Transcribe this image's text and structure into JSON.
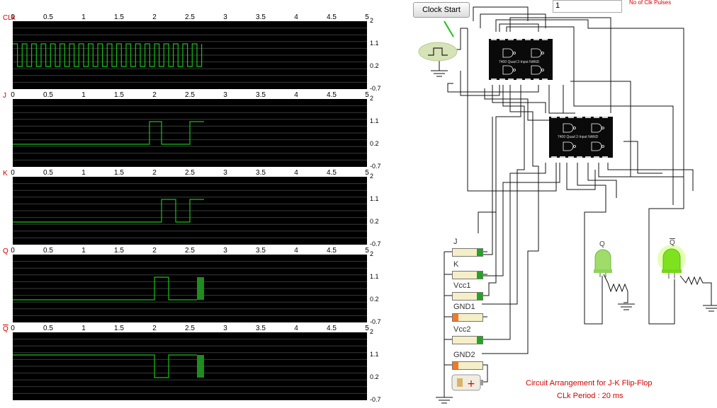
{
  "scope": {
    "x_ticks": [
      "0",
      "0.5",
      "1",
      "1.5",
      "2",
      "2.5",
      "3",
      "3.5",
      "4",
      "4.5",
      "5"
    ],
    "y_ticks": [
      "2",
      "1.1",
      "0.2",
      "-0.7"
    ],
    "trace_color": "#18c018",
    "channels": [
      {
        "label": "CLk",
        "overline": false
      },
      {
        "label": "J",
        "overline": false
      },
      {
        "label": "K",
        "overline": false
      },
      {
        "label": "Q",
        "overline": false
      },
      {
        "label": "Q",
        "overline": true
      }
    ]
  },
  "chart_data": [
    {
      "type": "line",
      "title": "CLk",
      "x_range": [
        0,
        5
      ],
      "ylim": [
        -0.7,
        2
      ],
      "series": [
        {
          "name": "CLk",
          "note": "square wave 0.2 to 1.1, 20 cycles from t=0 to 2.66",
          "x": [
            0,
            0.066,
            0.133,
            0.2,
            0.266,
            0.333,
            0.4,
            0.466,
            0.533,
            0.6,
            0.666,
            0.733,
            0.8,
            0.866,
            0.933,
            1.0,
            1.066,
            1.133,
            1.2,
            1.266,
            1.333,
            1.4,
            1.466,
            1.533,
            1.6,
            1.666,
            1.733,
            1.8,
            1.866,
            1.933,
            2.0,
            2.066,
            2.133,
            2.2,
            2.266,
            2.333,
            2.4,
            2.466,
            2.533,
            2.6,
            2.666
          ],
          "y": [
            1.1,
            0.2,
            1.1,
            0.2,
            1.1,
            0.2,
            1.1,
            0.2,
            1.1,
            0.2,
            1.1,
            0.2,
            1.1,
            0.2,
            1.1,
            0.2,
            1.1,
            0.2,
            1.1,
            0.2,
            1.1,
            0.2,
            1.1,
            0.2,
            1.1,
            0.2,
            1.1,
            0.2,
            1.1,
            0.2,
            1.1,
            0.2,
            1.1,
            0.2,
            1.1,
            0.2,
            1.1,
            0.2,
            1.1,
            0.2,
            1.1
          ]
        }
      ]
    },
    {
      "type": "line",
      "title": "J",
      "x_range": [
        0,
        5
      ],
      "ylim": [
        -0.7,
        2
      ],
      "series": [
        {
          "name": "J",
          "x": [
            0,
            1.93,
            1.93,
            2.1,
            2.1,
            2.5,
            2.5,
            2.7
          ],
          "y": [
            0.2,
            0.2,
            1.1,
            1.1,
            0.2,
            0.2,
            1.1,
            1.1
          ]
        }
      ]
    },
    {
      "type": "line",
      "title": "K",
      "x_range": [
        0,
        5
      ],
      "ylim": [
        -0.7,
        2
      ],
      "series": [
        {
          "name": "K",
          "x": [
            0,
            2.1,
            2.1,
            2.3,
            2.3,
            2.5,
            2.5,
            2.7
          ],
          "y": [
            0.2,
            0.2,
            1.1,
            1.1,
            0.2,
            0.2,
            1.1,
            1.1
          ]
        }
      ]
    },
    {
      "type": "line",
      "title": "Q",
      "x_range": [
        0,
        5
      ],
      "ylim": [
        -0.7,
        2
      ],
      "series": [
        {
          "name": "Q",
          "x": [
            0,
            2.0,
            2.0,
            2.2,
            2.2,
            2.6
          ],
          "y": [
            0.2,
            0.2,
            1.1,
            1.1,
            0.2,
            0.2
          ]
        }
      ],
      "oscillation_band": {
        "x": [
          2.6,
          2.7
        ],
        "y": [
          0.2,
          1.1
        ]
      }
    },
    {
      "type": "line",
      "title": "Q",
      "x_range": [
        0,
        5
      ],
      "ylim": [
        -0.7,
        2
      ],
      "series": [
        {
          "name": "Q",
          "x": [
            0,
            2.0,
            2.0,
            2.2,
            2.2,
            2.6
          ],
          "y": [
            1.1,
            1.1,
            0.2,
            0.2,
            1.1,
            1.1
          ]
        }
      ],
      "oscillation_band": {
        "x": [
          2.6,
          2.7
        ],
        "y": [
          0.2,
          1.1
        ]
      }
    }
  ],
  "circuit": {
    "clock_button_label": "Clock Start",
    "pulse_count": "1",
    "pulse_label": "No of Clk Pulses",
    "chip_label": "7400 Quad 2-Input NAND",
    "switches": [
      {
        "label": "J",
        "state": "on"
      },
      {
        "label": "K",
        "state": "on"
      },
      {
        "label": "Vcc1",
        "state": "on"
      },
      {
        "label": "GND1",
        "state": "off"
      },
      {
        "label": "Vcc2",
        "state": "on"
      },
      {
        "label": "GND2",
        "state": "off"
      }
    ],
    "led_q_label": "Q",
    "led_qbar_label": "Q",
    "caption_line1": "Circuit Arrangement for J-K Flip-Flop",
    "caption_line2": "CLk  Period :  20  ms"
  }
}
